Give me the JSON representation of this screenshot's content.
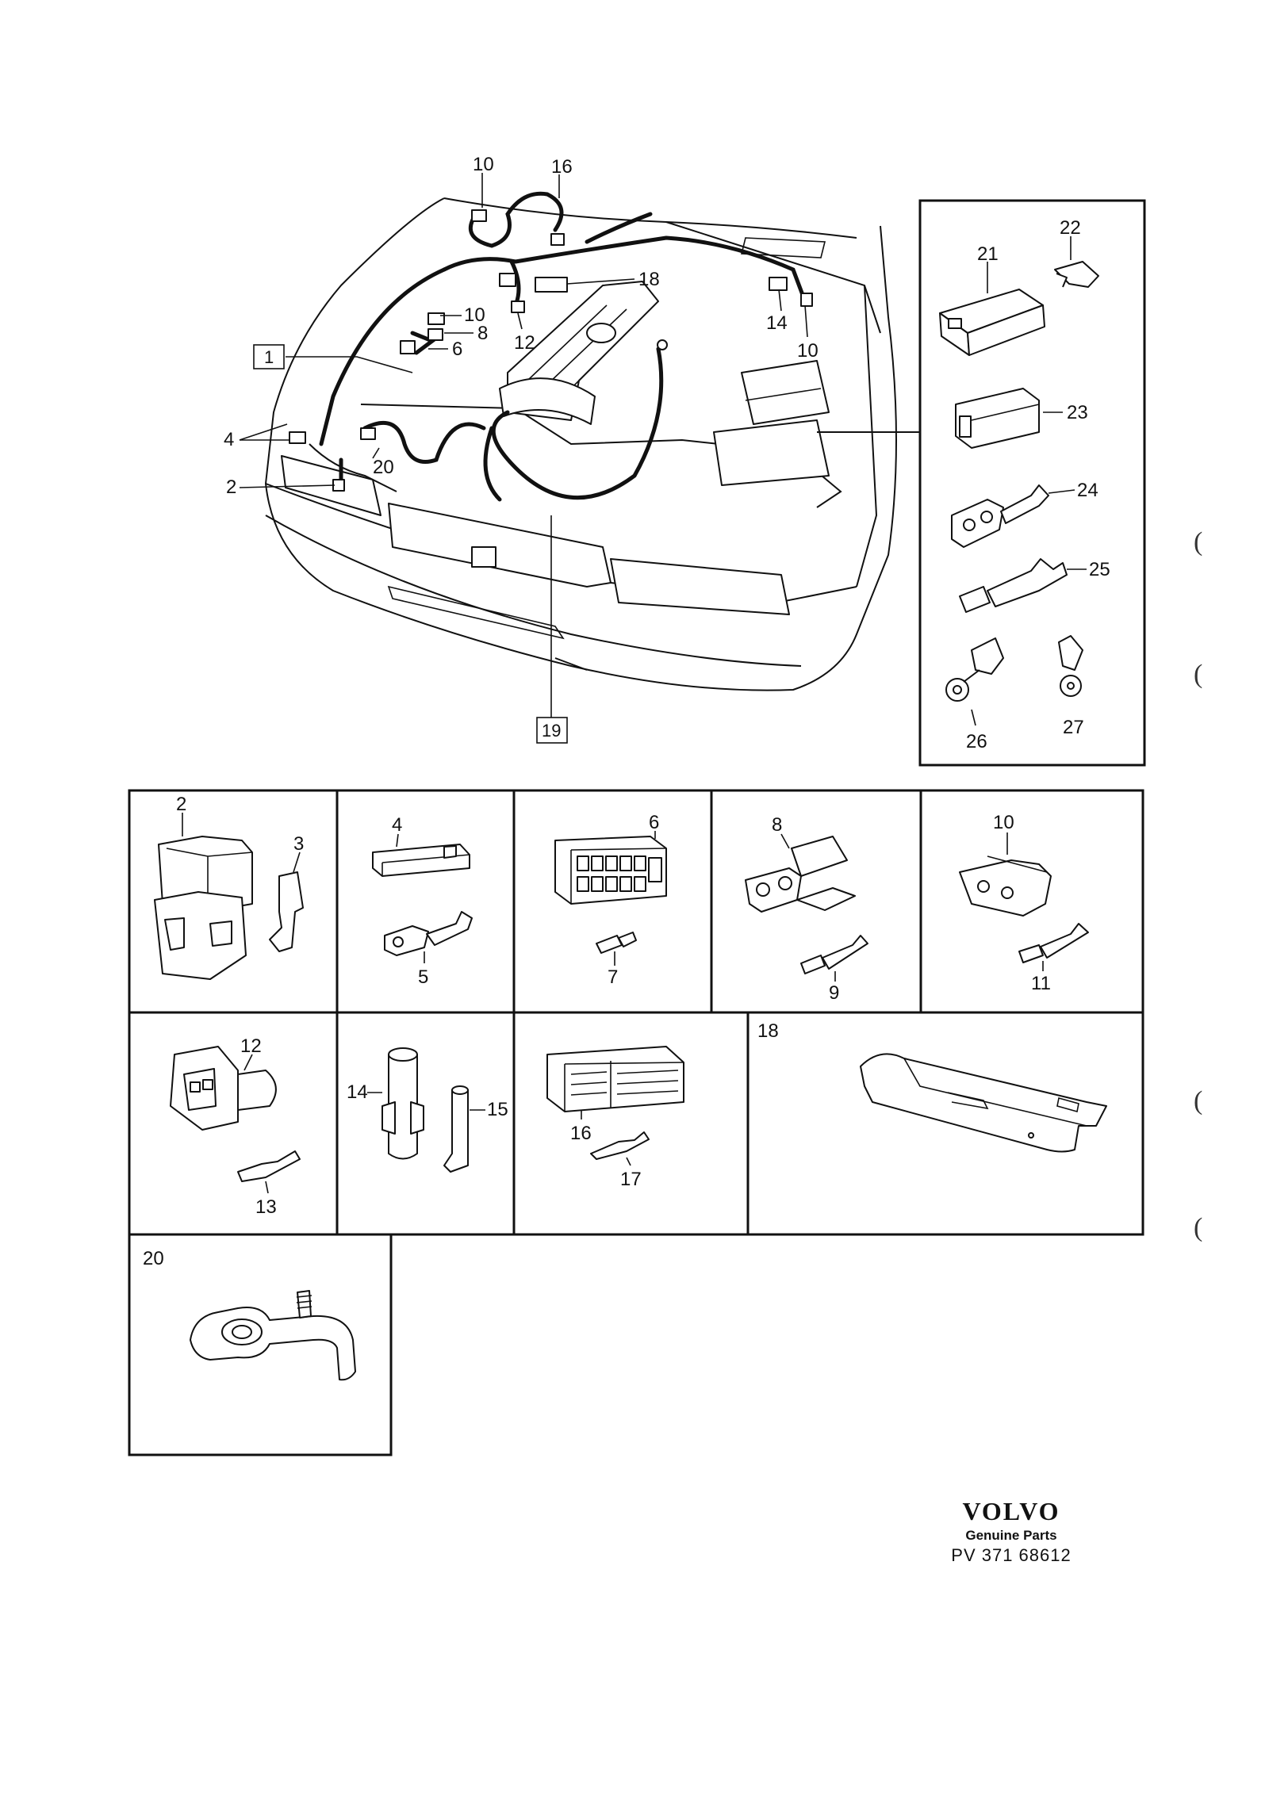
{
  "main_callouts": {
    "c10a": "10",
    "c16": "16",
    "c18": "18",
    "c10b": "10",
    "c8": "8",
    "c6": "6",
    "c12": "12",
    "c14": "14",
    "c10c": "10",
    "c4": "4",
    "c2": "2",
    "c20": "20",
    "c1": "1",
    "c19": "19"
  },
  "side_panel": {
    "c21": "21",
    "c22": "22",
    "c23": "23",
    "c24": "24",
    "c25": "25",
    "c26": "26",
    "c27": "27"
  },
  "grid_cells": {
    "cell1": {
      "a": "2",
      "b": "3"
    },
    "cell2": {
      "a": "4",
      "b": "5"
    },
    "cell3": {
      "a": "6",
      "b": "7"
    },
    "cell4": {
      "a": "8",
      "b": "9"
    },
    "cell5": {
      "a": "10",
      "b": "11"
    },
    "cell6": {
      "a": "12",
      "b": "13"
    },
    "cell7": {
      "a": "14",
      "b": "15"
    },
    "cell8": {
      "a": "16",
      "b": "17"
    },
    "cell9": {
      "a": "18"
    },
    "cell10": {
      "a": "20"
    }
  },
  "brand": {
    "logo": "VOLVO",
    "subtitle": "Genuine Parts",
    "code": "PV 371 68612"
  },
  "margin_marks": [
    "(",
    "(",
    "(",
    "("
  ]
}
